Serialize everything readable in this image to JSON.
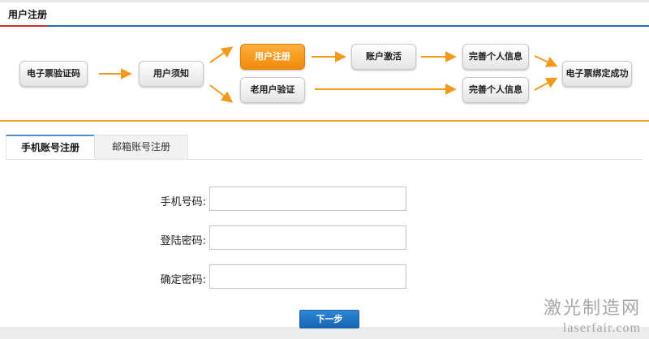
{
  "page": {
    "title": "用户注册"
  },
  "flow": {
    "steps": [
      {
        "label": "电子票验证码"
      },
      {
        "label": "用户须知"
      },
      {
        "label": "用户注册",
        "active": true
      },
      {
        "label": "老用户验证"
      },
      {
        "label": "账户激活"
      },
      {
        "label": "完善个人信息"
      },
      {
        "label": "完善个人信息"
      },
      {
        "label": "电子票绑定成功"
      }
    ]
  },
  "tabs": [
    {
      "label": "手机账号注册",
      "active": true
    },
    {
      "label": "邮箱账号注册",
      "active": false
    }
  ],
  "form": {
    "phone_label": "手机号码:",
    "phone_value": "",
    "password_label": "登陆密码:",
    "password_value": "",
    "confirm_label": "确定密码:",
    "confirm_value": "",
    "submit_label": "下一步"
  },
  "watermark": {
    "cn": "激光制造网",
    "en": "laserfair.com"
  },
  "colors": {
    "accent_orange": "#f39a1e",
    "active_step": "#f08a0c",
    "primary_blue": "#1f74c4",
    "title_rule_blue": "#2a6fb5",
    "title_rule_red": "#c8322c"
  }
}
